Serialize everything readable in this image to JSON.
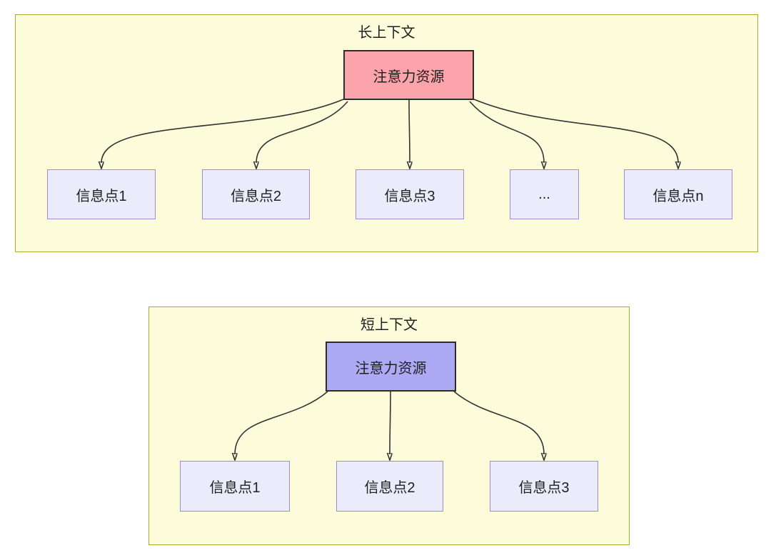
{
  "colors": {
    "container_fill": "#fcfcdb",
    "container_border": "#a9a936",
    "attention_long_fill": "#fba4ab",
    "attention_short_fill": "#abaaf2",
    "attention_border": "#2d2d2d",
    "info_fill": "#ebebfb",
    "info_border": "#9c8cd2",
    "arrow": "#333333",
    "text": "#1f1f1f"
  },
  "long_context": {
    "title": "长上下文",
    "attention_label": "注意力资源",
    "info_points": [
      {
        "label": "信息点1"
      },
      {
        "label": "信息点2"
      },
      {
        "label": "信息点3"
      },
      {
        "label": "..."
      },
      {
        "label": "信息点n"
      }
    ]
  },
  "short_context": {
    "title": "短上下文",
    "attention_label": "注意力资源",
    "info_points": [
      {
        "label": "信息点1"
      },
      {
        "label": "信息点2"
      },
      {
        "label": "信息点3"
      }
    ]
  }
}
